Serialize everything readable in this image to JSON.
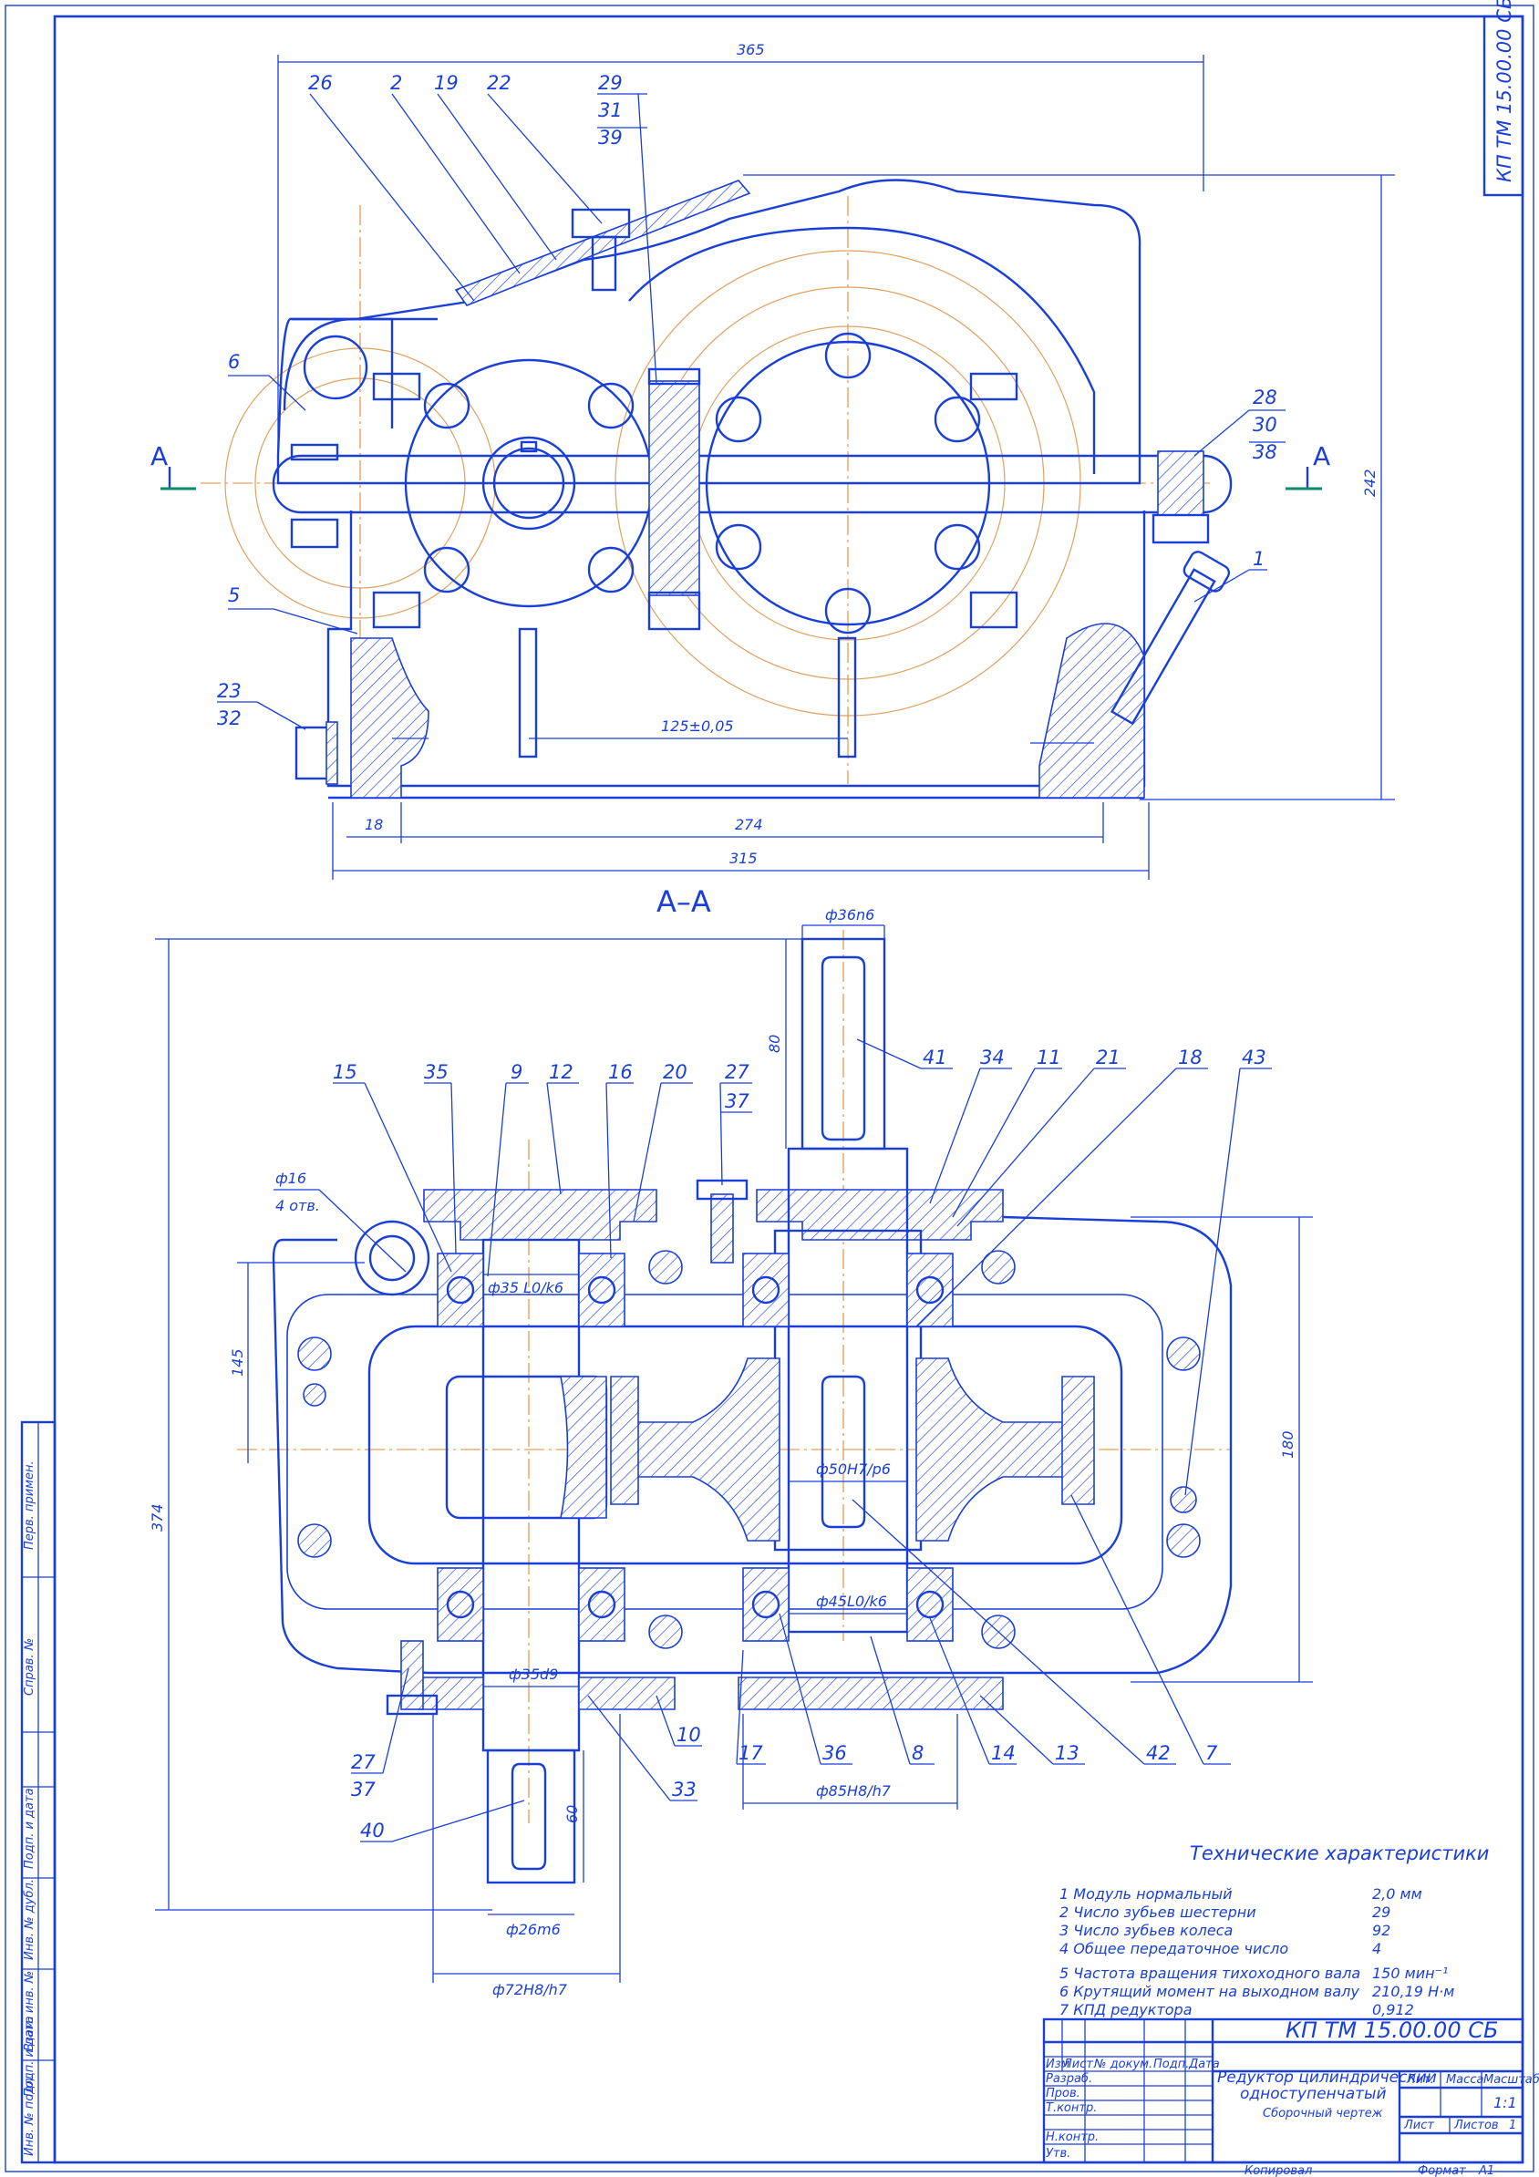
{
  "drawing": {
    "designation": "КП ТМ 15.00.00 СБ",
    "title_line1": "Редуктор цилиндрический",
    "title_line2": "одноступенчатый",
    "doc_type": "Сборочный чертеж",
    "section_label": "А–А",
    "section_mark": "А",
    "scale": "1:1",
    "sheet": "1",
    "copied_label": "Копировал",
    "format_label": "Формат",
    "format_value": "А1"
  },
  "title_block": {
    "cols": [
      "Изм",
      "Лист",
      "№ докум.",
      "Подп.",
      "Дата"
    ],
    "rows": [
      "Разраб.",
      "Пров.",
      "Т.контр.",
      "Н.контр.",
      "Утв."
    ],
    "lit": "Лит.",
    "mass": "Масса",
    "scale_label": "Масштаб",
    "list_label": "Лист",
    "sheets_label": "Листов"
  },
  "side_strip": [
    "Перв. примен.",
    "Справ. №",
    "Подп. и дата",
    "Инв. № дубл.",
    "Взам. инв. №",
    "Подп. и дата",
    "Инв. № подл."
  ],
  "specs": {
    "heading": "Технические характеристики",
    "items": [
      {
        "label": "1 Модуль нормальный",
        "value": "2,0 мм"
      },
      {
        "label": "2 Число зубьев шестерни",
        "value": "29"
      },
      {
        "label": "3 Число зубьев колеса",
        "value": "92"
      },
      {
        "label": "4 Общее передаточное число",
        "value": "4"
      },
      {
        "label": "5 Частота вращения тихоходного вала",
        "value": "150 мин⁻¹"
      },
      {
        "label": "6 Крутящий момент на выходном валу",
        "value": "210,19 Н·м"
      },
      {
        "label": "7 КПД редуктора",
        "value": "0,912"
      }
    ]
  },
  "dimensions": {
    "top_365": "365",
    "right_242": "242",
    "center_125": "125±0,05",
    "bottom_274": "274",
    "bottom_315": "315",
    "left_18": "18",
    "d36": "ф36n6",
    "len80": "80",
    "d16": "ф16",
    "holes4": "4 отв.",
    "d35L0": "ф35 L0/k6",
    "h145": "145",
    "h374": "374",
    "d50": "ф50H7/p6",
    "h180": "180",
    "d45": "ф45L0/k6",
    "d35d9": "ф35d9",
    "d85": "ф85H8/h7",
    "len60": "60",
    "d26": "ф26m6",
    "d72": "ф72H8/h7"
  },
  "leaders_top": {
    "l26": "26",
    "l2": "2",
    "l19": "19",
    "l22": "22",
    "l29": "29",
    "l31": "31",
    "l39": "39",
    "l6": "6",
    "l5": "5",
    "l23": "23",
    "l32": "32",
    "l28": "28",
    "l30": "30",
    "l38": "38",
    "l1": "1"
  },
  "leaders_section": {
    "l15": "15",
    "l35": "35",
    "l9": "9",
    "l12": "12",
    "l16": "16",
    "l20": "20",
    "l27": "27",
    "l37": "37",
    "l41": "41",
    "l34": "34",
    "l11": "11",
    "l21": "21",
    "l18": "18",
    "l43": "43",
    "l7": "7",
    "l42": "42",
    "l13": "13",
    "l14": "14",
    "l8": "8",
    "l36": "36",
    "l17": "17",
    "l10": "10",
    "l33": "33",
    "l40": "40",
    "l27b": "27",
    "l37b": "37"
  }
}
